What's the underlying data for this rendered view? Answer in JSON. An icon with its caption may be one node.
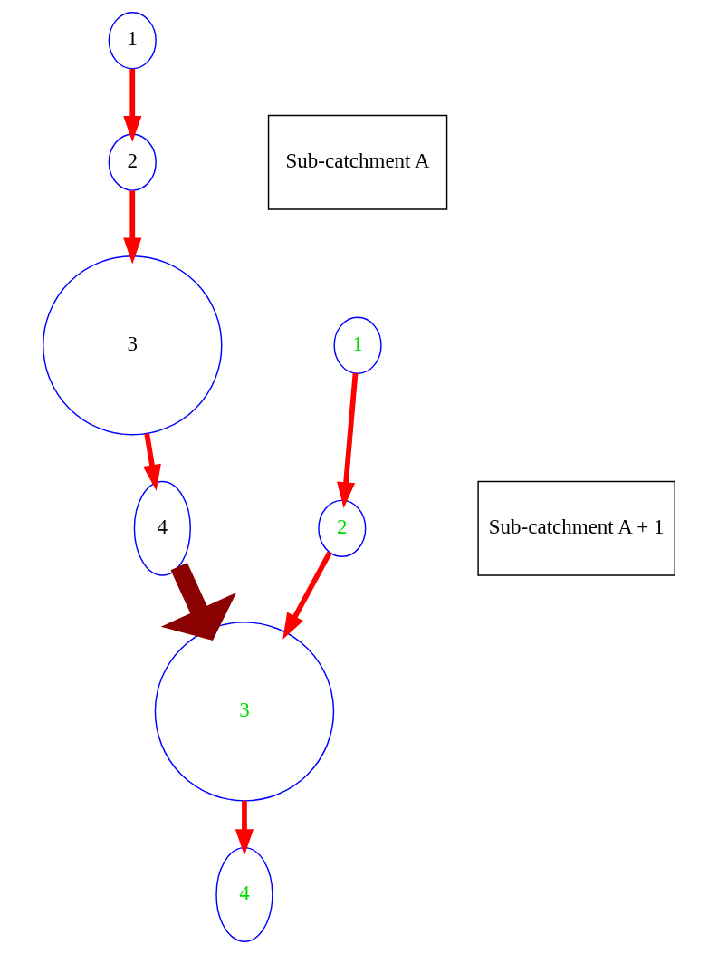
{
  "diagram": {
    "nodes": [
      {
        "text": [
          "1"
        ]
      },
      {
        "text": [
          "2"
        ]
      },
      {
        "text": [
          "3"
        ]
      },
      {
        "text": [
          "4"
        ]
      },
      {
        "text": [
          "Sub-catchment A"
        ]
      },
      {
        "text": [
          "1"
        ]
      },
      {
        "text": [
          "2"
        ]
      },
      {
        "text": [
          "3"
        ]
      },
      {
        "text": [
          "4"
        ]
      },
      {
        "text": [
          "Sub-catchment A + 1"
        ]
      }
    ],
    "edges": [
      {
        "from": 0,
        "to": 1,
        "arrow": "to"
      },
      {
        "from": 1,
        "to": 2,
        "arrow": "to"
      },
      {
        "from": 2,
        "to": 3,
        "arrow": "to"
      },
      {
        "from": 3,
        "to": 7,
        "arrow": "to",
        "style": "thick",
        "color": "#8b0000"
      },
      {
        "from": 5,
        "to": 6,
        "arrow": "to"
      },
      {
        "from": 6,
        "to": 7,
        "arrow": "to"
      },
      {
        "from": 7,
        "to": 8,
        "arrow": "to"
      }
    ]
  }
}
